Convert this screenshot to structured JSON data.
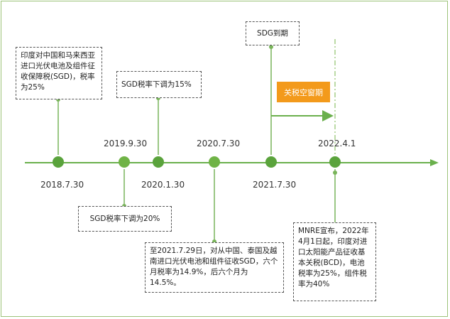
{
  "colors": {
    "axis": "#6ab04c",
    "node": "#5aa33c",
    "connector": "#79b45a",
    "badge": "#f39a1b",
    "frame": "#9dc37a"
  },
  "timeline": {
    "dates": {
      "d2018": "2018.7.30",
      "d2019": "2019.9.30",
      "d2020a": "2020.1.30",
      "d2020b": "2020.7.30",
      "d2021": "2021.7.30",
      "d2022": "2022.4.1"
    }
  },
  "notes": {
    "n2018": "印度对中国和马来西亚进口光伏电池及组件征收保障税(SGD)，税率为25%",
    "n2019": "SGD税率下调为20%",
    "n2020a": "SGD税率下调为15%",
    "n2020b": "至2021.7.29日，对从中国、泰国及越南进口光伏电池和组件征收SGD，六个月税率为14.9%，后六个月为14.5%。",
    "n2021": "SDG到期",
    "n2022": "MNRE宣布，2022年4月1日起，印度对进口太阳能产品征收基本关税(BCD)，电池税率为25%，组件税率为40%"
  },
  "badge": {
    "label": "关税空窗期"
  }
}
